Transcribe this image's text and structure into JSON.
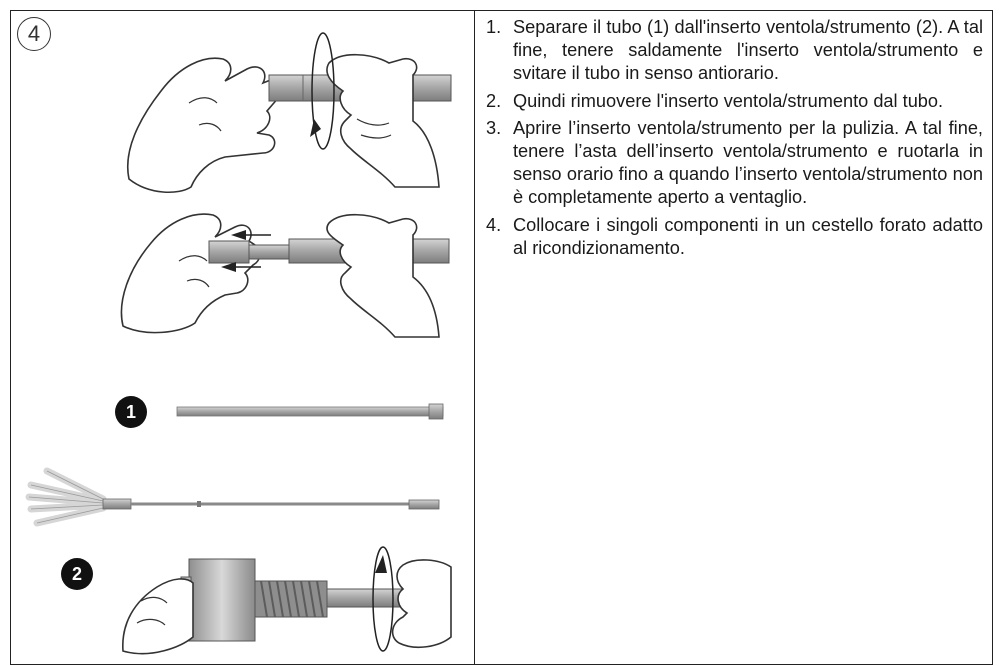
{
  "step_number": "4",
  "labels": {
    "part1": "1",
    "part2": "2"
  },
  "steps": [
    {
      "n": "1.",
      "text": "Separare il tubo (1) dall'inserto ventola/strumento (2). A tal fine, tenere saldamente l'inserto ventola/strumento e svitare il tubo in senso antiorario."
    },
    {
      "n": "2.",
      "text": "Quindi rimuovere l'inserto ventola/strumento dal tubo."
    },
    {
      "n": "3.",
      "text": "Aprire l’inserto ventola/strumento per la pulizia. A tal fine, tenere l’asta dell’inserto ventola/strumento e ruotarla in senso orario fino a quando l’inserto ventola/strumento non è completamente aperto a ventaglio."
    },
    {
      "n": "4.",
      "text": "Collocare i singoli componenti in un cestello forato adatto al ricondizionamento."
    }
  ]
}
